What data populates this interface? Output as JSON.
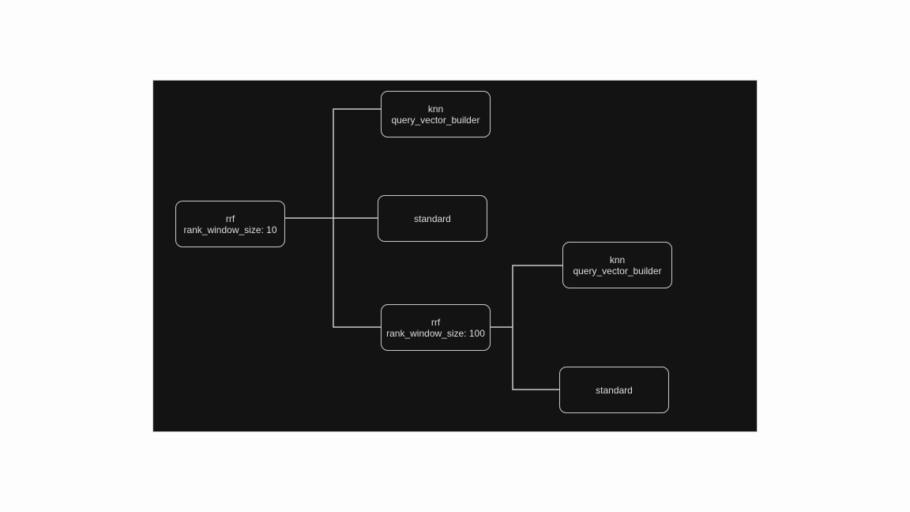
{
  "diagram": {
    "colors": {
      "background": "#131313",
      "stroke": "#c9c9c9",
      "text": "#dcdcdc",
      "page": "#fdfdfd"
    },
    "nodes": {
      "root_rrf": {
        "type": "rrf",
        "param": "rank_window_size: 10"
      },
      "knn_1": {
        "type": "knn",
        "param": "query_vector_builder"
      },
      "standard_1": {
        "type": "standard"
      },
      "rrf_2": {
        "type": "rrf",
        "param": "rank_window_size: 100"
      },
      "knn_2": {
        "type": "knn",
        "param": "query_vector_builder"
      },
      "standard_2": {
        "type": "standard"
      }
    },
    "edges": [
      {
        "from": "root_rrf",
        "to": "knn_1"
      },
      {
        "from": "root_rrf",
        "to": "standard_1"
      },
      {
        "from": "root_rrf",
        "to": "rrf_2"
      },
      {
        "from": "rrf_2",
        "to": "knn_2"
      },
      {
        "from": "rrf_2",
        "to": "standard_2"
      }
    ]
  }
}
